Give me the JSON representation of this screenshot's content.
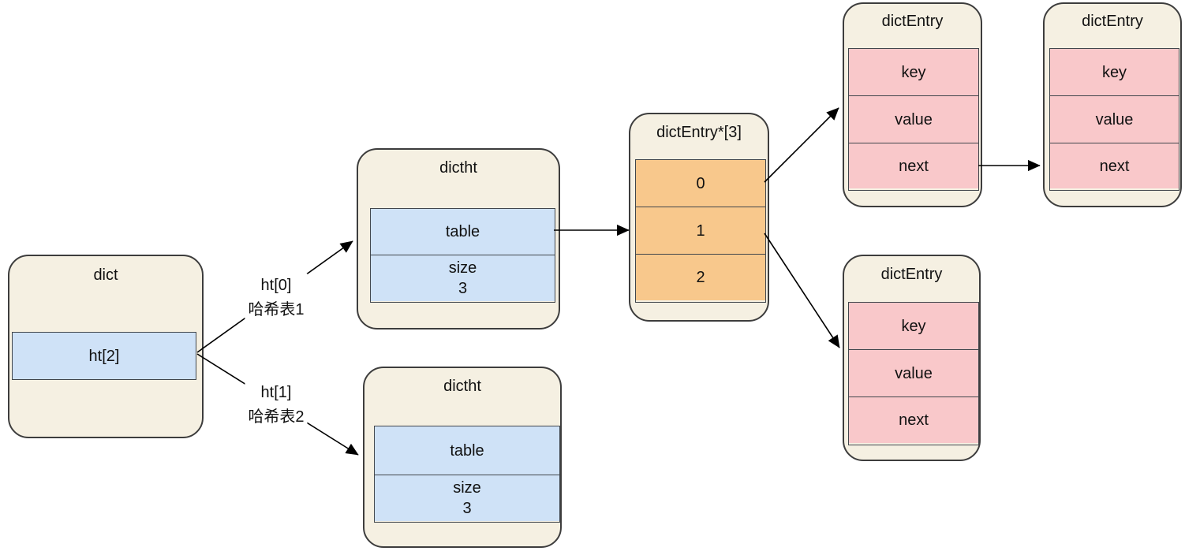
{
  "diagram": {
    "nodes": {
      "dict": {
        "title": "dict",
        "field": "ht[2]"
      },
      "dictht_top": {
        "title": "dictht",
        "rows": [
          {
            "label": "table",
            "value": ""
          },
          {
            "label": "size",
            "value": "3"
          }
        ]
      },
      "dictht_bottom": {
        "title": "dictht",
        "rows": [
          {
            "label": "table",
            "value": ""
          },
          {
            "label": "size",
            "value": "3"
          }
        ]
      },
      "bucket_array": {
        "title": "dictEntry*[3]",
        "slots": [
          "0",
          "1",
          "2"
        ]
      },
      "entry_top_1": {
        "title": "dictEntry",
        "rows": [
          "key",
          "value",
          "next"
        ]
      },
      "entry_top_2": {
        "title": "dictEntry",
        "rows": [
          "key",
          "value",
          "next"
        ]
      },
      "entry_bottom": {
        "title": "dictEntry",
        "rows": [
          "key",
          "value",
          "next"
        ]
      }
    },
    "edge_labels": {
      "ht0": {
        "line1": "ht[0]",
        "line2": "哈希表1"
      },
      "ht1": {
        "line1": "ht[1]",
        "line2": "哈希表2"
      }
    },
    "colors": {
      "node_background": "#f5f0e2",
      "blue_cell": "#cfe2f7",
      "orange_cell": "#f8c88c",
      "pink_cell": "#f9c8ca",
      "border": "#3d3d3d",
      "arrow": "#000000",
      "canvas_background": "#ffffff"
    }
  }
}
